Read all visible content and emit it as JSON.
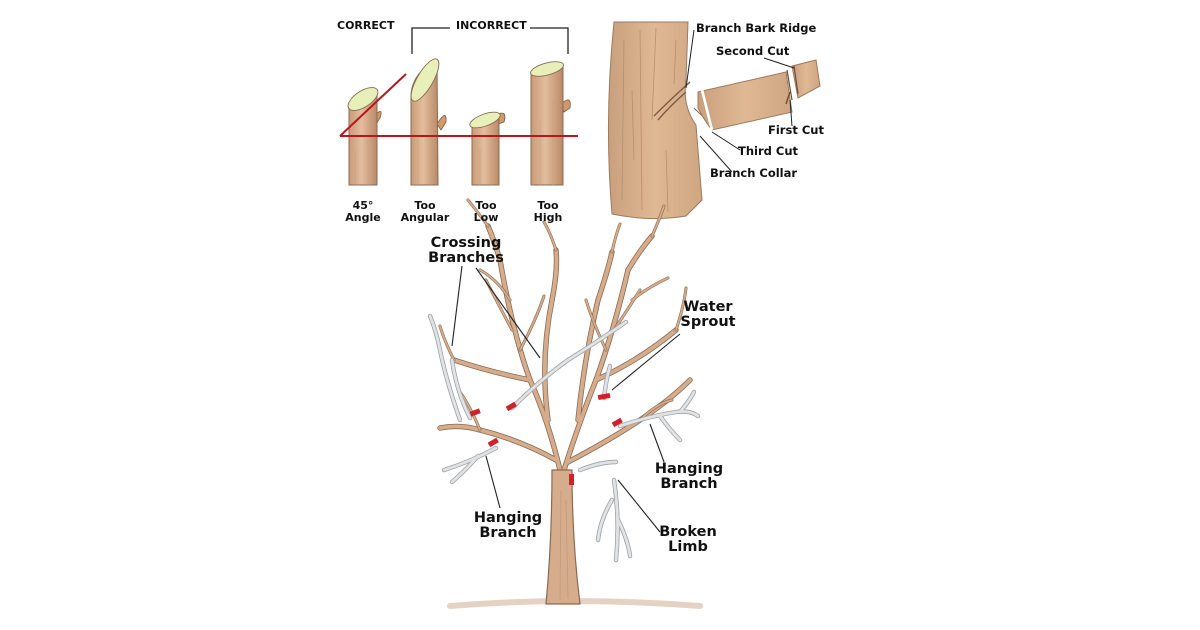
{
  "cuts": {
    "header_correct": "CORRECT",
    "header_incorrect": "INCORRECT",
    "stems": [
      {
        "line1": "45°",
        "line2": "Angle"
      },
      {
        "line1": "Too",
        "line2": "Angular"
      },
      {
        "line1": "Too",
        "line2": "Low"
      },
      {
        "line1": "Too",
        "line2": "High"
      }
    ]
  },
  "branch_cut": {
    "bark_ridge": "Branch Bark Ridge",
    "second_cut": "Second Cut",
    "first_cut": "First Cut",
    "third_cut": "Third Cut",
    "collar": "Branch Collar"
  },
  "tree": {
    "crossing": {
      "line1": "Crossing",
      "line2": "Branches"
    },
    "water_sprout": {
      "line1": "Water",
      "line2": "Sprout"
    },
    "hanging_right": {
      "line1": "Hanging",
      "line2": "Branch"
    },
    "hanging_left": {
      "line1": "Hanging",
      "line2": "Branch"
    },
    "broken": {
      "line1": "Broken",
      "line2": "Limb"
    }
  },
  "colors": {
    "wood": "#d6ad8c",
    "wood_outline": "#8a6a52",
    "bark": "#dcb591",
    "dead_wood": "#d8dadb",
    "cut_mark": "#d0202a",
    "guide_line": "#b8161c",
    "cut_face": "#e6f0b8"
  }
}
